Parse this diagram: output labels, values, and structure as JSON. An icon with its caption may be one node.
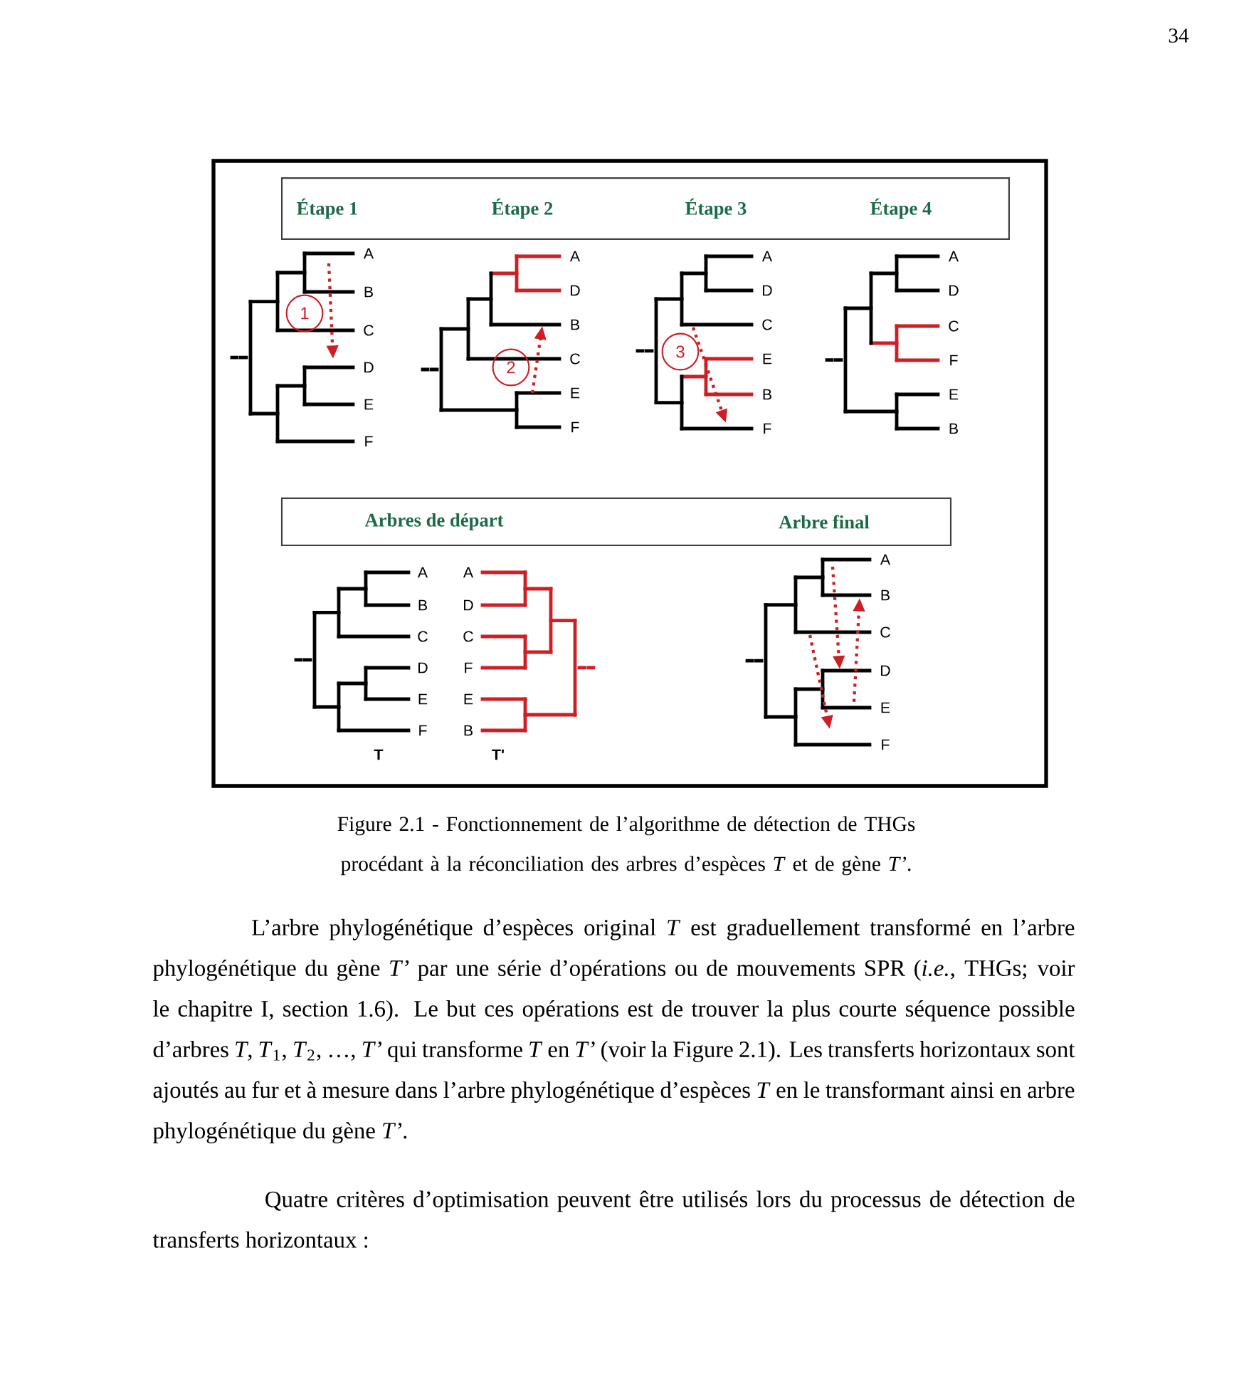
{
  "diagram": {
    "caption": "Figure 2.1 - Fonctionnement de l’algorithme de détection de THGs procédant à la réconciliation des arbres d’espèces *T* et de gène *T’*.",
    "nodes": [
      {
        "text": [
          "Étape 1",
          "Étape 2",
          "Étape 3",
          "Étape 4"
        ]
      },
      {
        "text": [
          "Arbres de départ",
          "Arbre final"
        ]
      }
    ],
    "labels": [
      "34",
      "A",
      "B",
      "C",
      "D",
      "E",
      "F",
      "1",
      "A",
      "D",
      "B",
      "C",
      "E",
      "F",
      "2",
      "A",
      "D",
      "C",
      "E",
      "B",
      "F",
      "3",
      "A",
      "D",
      "C",
      "F",
      "E",
      "B",
      "A",
      "B",
      "C",
      "D",
      "E",
      "F",
      "A",
      "D",
      "C",
      "F",
      "E",
      "B",
      "T",
      "T'",
      "A",
      "B",
      "C",
      "D",
      "E",
      "F",
      "L’arbre phylogénétique d’espèces original *T* est graduellement transformé en l’arbre phylogénétique du gène *T’* par une série d’opérations ou de mouvements SPR (*i.e.*, THGs; voir le chapitre I, section 1.6). Le but ces opérations est de trouver la plus courte séquence possible d’arbres *T*, *T*$_{1}$, *T*$_{2}$, …, *T’* qui transforme *T* en *T’* (voir la Figure 2.1). Les transferts horizontaux sont ajoutés au fur et à mesure dans l’arbre phylogénétique d’espèces *T* en le transformant ainsi en arbre phylogénétique du gène *T’*.",
      "Quatre critères d’optimisation peuvent être utilisés lors du processus de détection de transferts horizontaux :"
    ]
  }
}
